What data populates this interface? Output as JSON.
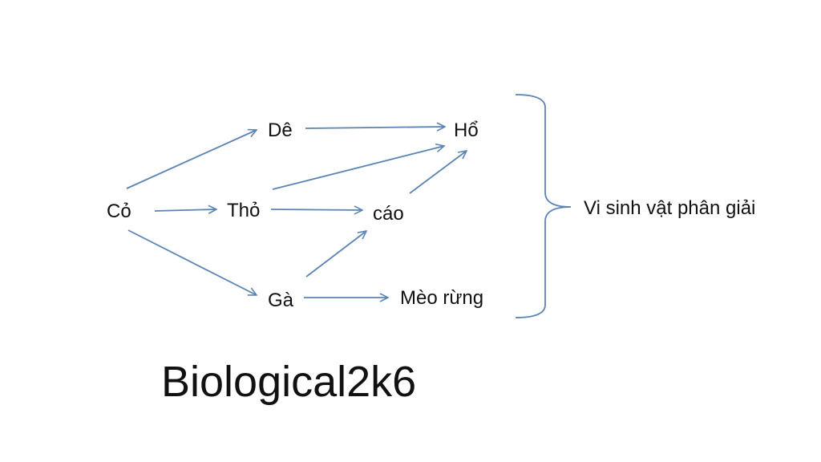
{
  "diagram": {
    "nodes": {
      "co": "Cỏ",
      "de": "Dê",
      "tho": "Thỏ",
      "ga": "Gà",
      "ho": "Hổ",
      "cao": "cáo",
      "meo_rung": "Mèo rừng"
    },
    "decomposer_label": "Vi sinh vật phân giải",
    "footer_title": "Biological2k6",
    "colors": {
      "arrow": "#5b84b4",
      "text": "#111111",
      "background": "#ffffff"
    },
    "edges": [
      {
        "from": "co",
        "to": "de"
      },
      {
        "from": "co",
        "to": "tho"
      },
      {
        "from": "co",
        "to": "ga"
      },
      {
        "from": "de",
        "to": "ho"
      },
      {
        "from": "tho",
        "to": "ho"
      },
      {
        "from": "tho",
        "to": "cao"
      },
      {
        "from": "cao",
        "to": "ho"
      },
      {
        "from": "ga",
        "to": "cao"
      },
      {
        "from": "ga",
        "to": "meo_rung"
      }
    ]
  }
}
